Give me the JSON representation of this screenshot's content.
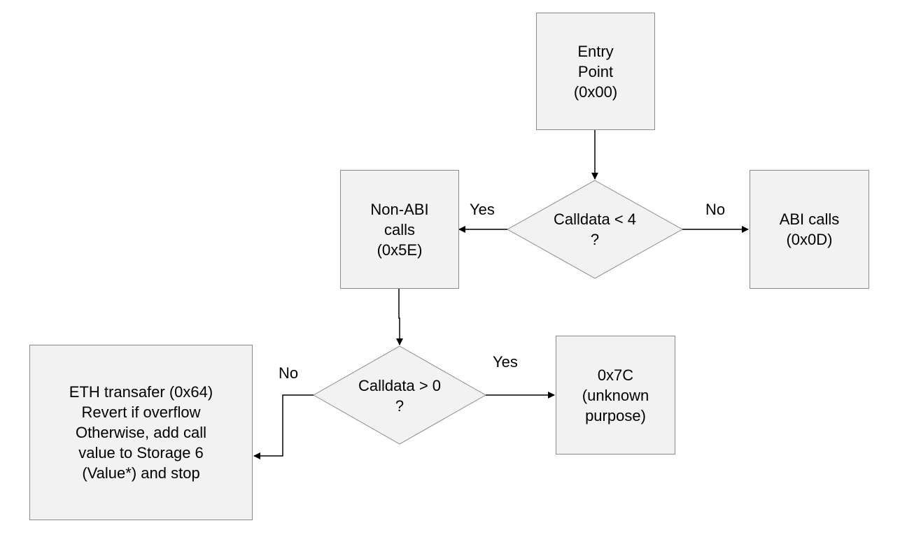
{
  "nodes": {
    "entry": {
      "lines": [
        "Entry",
        "Point",
        "(0x00)"
      ]
    },
    "decision1": {
      "lines": [
        "Calldata < 4",
        "?"
      ]
    },
    "non_abi": {
      "lines": [
        "Non-ABI",
        "calls",
        "(0x5E)"
      ]
    },
    "abi": {
      "lines": [
        "ABI calls",
        "(0x0D)"
      ]
    },
    "decision2": {
      "lines": [
        "Calldata > 0",
        "?"
      ]
    },
    "unknown": {
      "lines": [
        "0x7C",
        "(unknown",
        "purpose)"
      ]
    },
    "eth_transfer": {
      "lines": [
        "ETH transafer (0x64)",
        "Revert if overflow",
        "Otherwise, add call",
        "value to Storage 6",
        "(Value*) and stop"
      ]
    }
  },
  "edge_labels": {
    "d1_yes": "Yes",
    "d1_no": "No",
    "d2_yes": "Yes",
    "d2_no": "No"
  }
}
